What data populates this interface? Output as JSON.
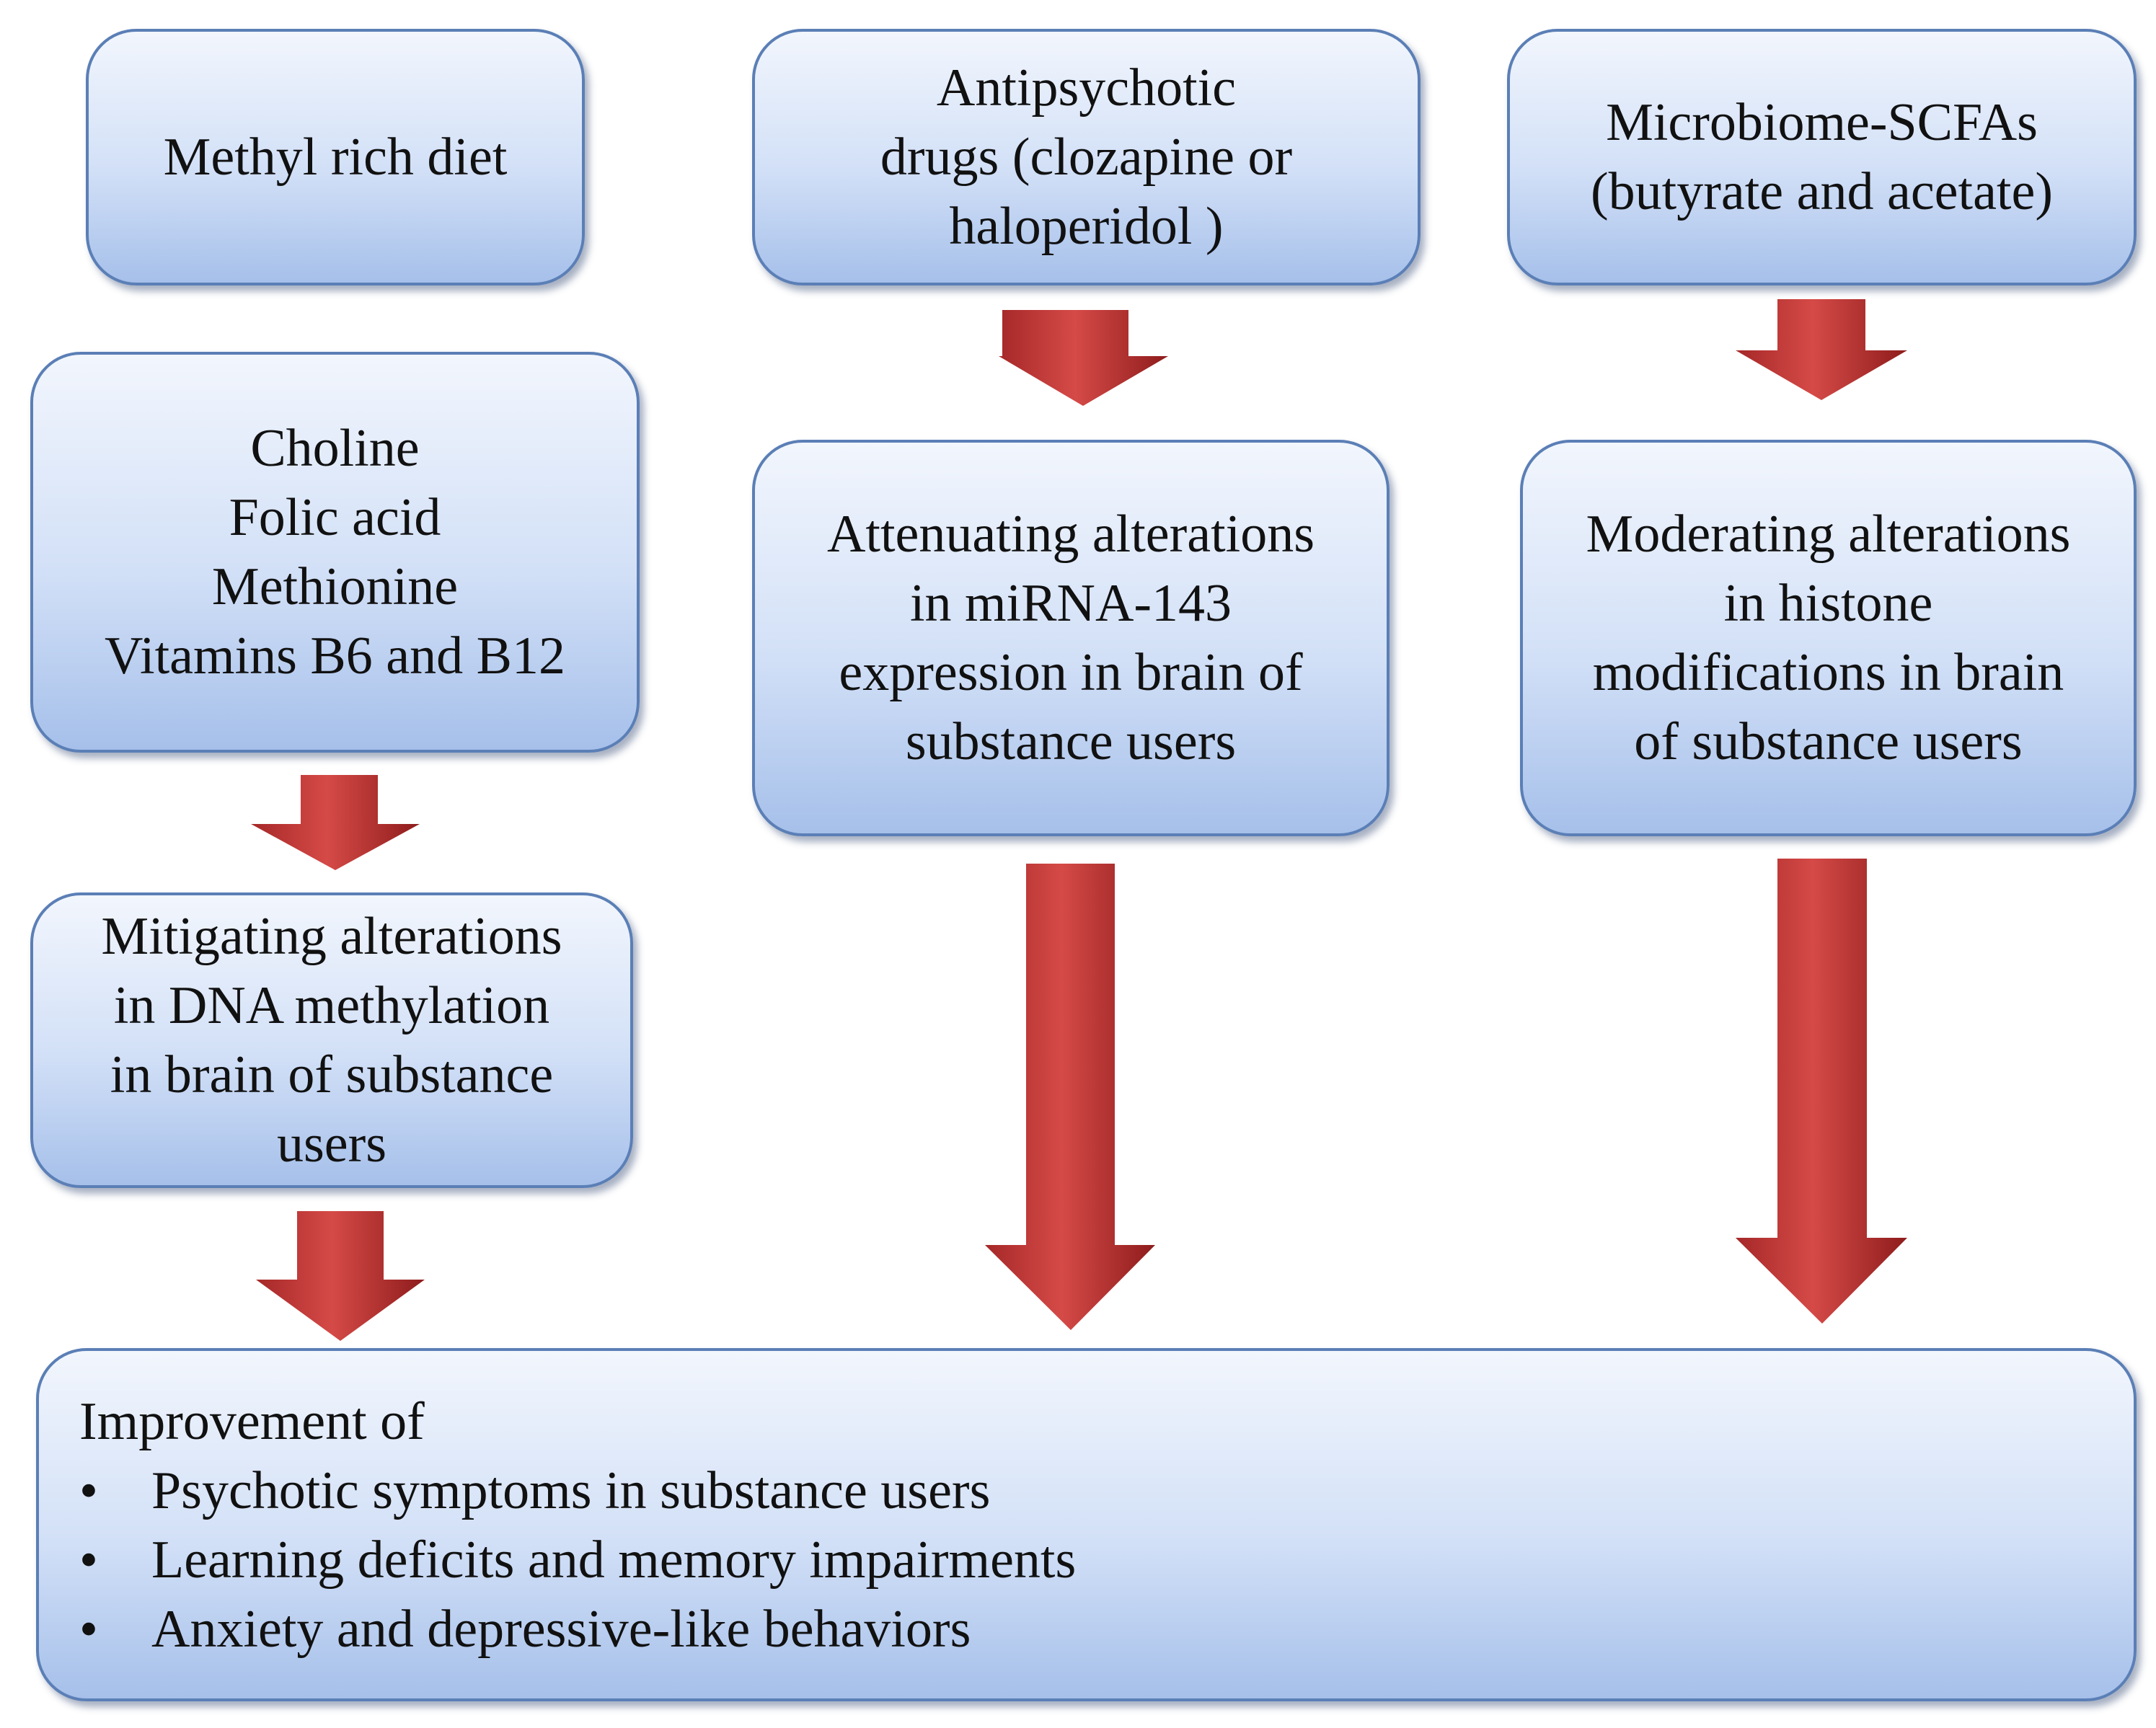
{
  "boxes": {
    "methyl_diet": {
      "lines": [
        "Methyl rich diet"
      ]
    },
    "nutrients": {
      "lines": [
        "Choline",
        "Folic acid",
        "Methionine",
        "Vitamins  B6 and B12"
      ]
    },
    "dna_methylation": {
      "lines": [
        "Mitigating  alterations",
        "in DNA methylation",
        "in brain of substance",
        "users"
      ]
    },
    "antipsychotic": {
      "lines": [
        "Antipsychotic",
        "drugs (clozapine or",
        "haloperidol )"
      ]
    },
    "mirna": {
      "lines": [
        "Attenuating alterations",
        "in miRNA-143",
        "expression in brain of",
        "substance users"
      ]
    },
    "microbiome": {
      "lines": [
        "Microbiome-SCFAs",
        "(butyrate and acetate)"
      ]
    },
    "histone": {
      "lines": [
        "Moderating alterations",
        "in histone",
        "modifications   in brain",
        "of substance users"
      ]
    },
    "outcome": {
      "heading": "Improvement of",
      "items": [
        "Psychotic  symptoms in substance users",
        "Learning deficits and memory impairments",
        "Anxiety and depressive-like behaviors"
      ],
      "bullet": "•"
    }
  },
  "colors": {
    "box_border": "#5b7fb6",
    "box_fill_top": "#f2f6fd",
    "box_fill_bottom": "#a6c0ea",
    "arrow_light": "#d54a47",
    "arrow_dark": "#8e1c1c"
  }
}
